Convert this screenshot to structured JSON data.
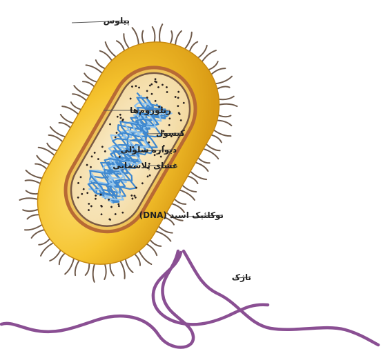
{
  "labels": {
    "pilus": "پیلوس",
    "ribosomes": "ریبوزوم‌ها",
    "capsule": "کپسول",
    "cell_wall": "دیواره سلولی",
    "plasma_membrane": "غشای پلاسمایی",
    "dna": "نوکلئیک اسید (DNA)",
    "flagellum": "تاژک"
  },
  "colors": {
    "capsule": "#f2bd22",
    "capsule_dark": "#d89a12",
    "cell_wall": "#b86a34",
    "membrane": "#7a5a44",
    "cytoplasm": "#f7e2b5",
    "dna": "#3f88cf",
    "dna_light": "#8fc3ee",
    "pili": "#6f5a4a",
    "flagellum": "#8a4f93",
    "ribosome": "#2a2220",
    "leader": "#555555"
  }
}
